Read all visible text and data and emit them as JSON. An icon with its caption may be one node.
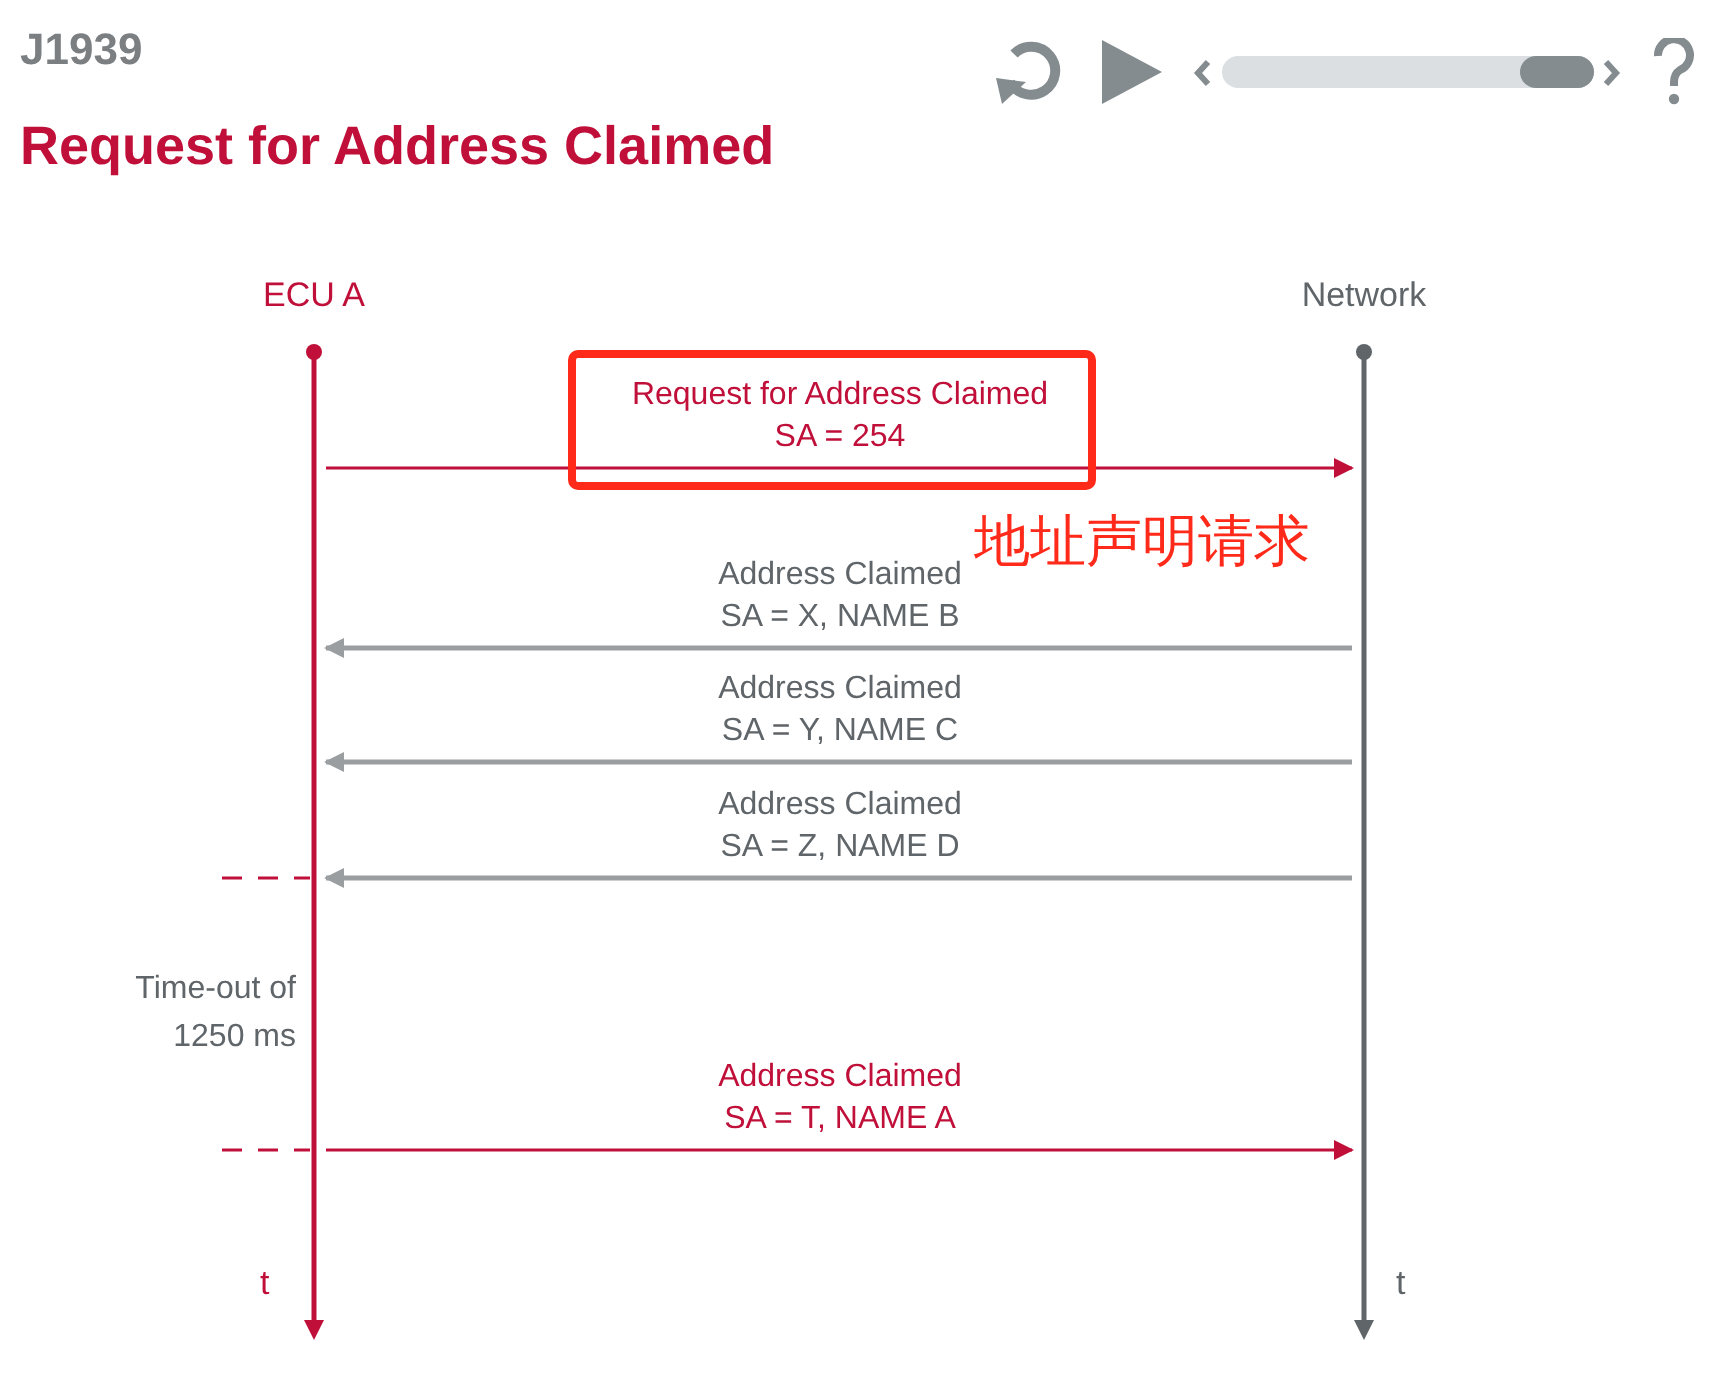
{
  "diagram": {
    "title": "Request for Address Claimed",
    "nodes": [
      {
        "text": [],
        "shape": "bar",
        "beside": [
          "ECU A",
          "t",
          "Time-out of 1250 ms"
        ]
      },
      {
        "text": [],
        "shape": "bar",
        "beside": [
          "Network",
          "t"
        ]
      }
    ],
    "edges": [
      {
        "from": 0,
        "to": 1,
        "arrow": "to",
        "label": "Request for Address Claimed SA = 254",
        "color": "#c0103a"
      },
      {
        "from": 1,
        "to": 0,
        "arrow": "to",
        "label": "Address Claimed SA = X, NAME B"
      },
      {
        "from": 1,
        "to": 0,
        "arrow": "to",
        "label": "Address Claimed SA = Y, NAME C"
      },
      {
        "from": 1,
        "to": 0,
        "arrow": "to",
        "label": "Address Claimed SA = Z, NAME D"
      },
      {
        "from": 0,
        "to": 1,
        "arrow": "to",
        "label": "Address Claimed SA = T, NAME A",
        "color": "#c0103a"
      }
    ],
    "labels": [
      "J1939",
      "地址声明请求"
    ]
  }
}
